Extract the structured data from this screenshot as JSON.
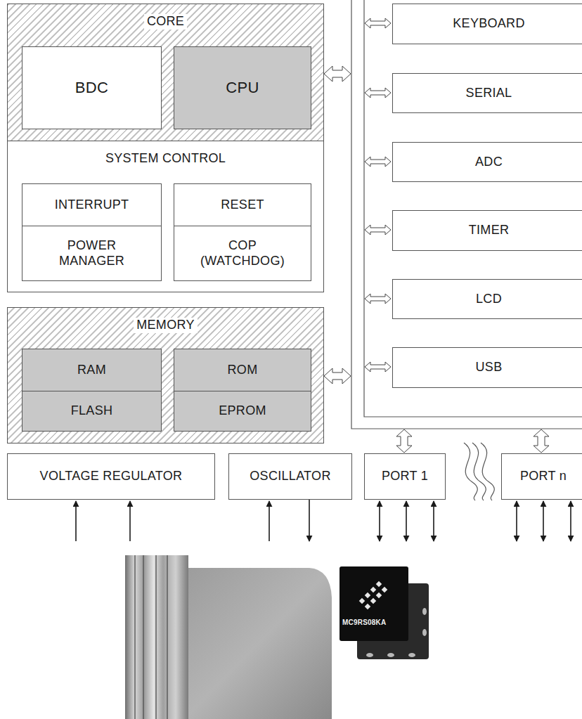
{
  "diagram": {
    "nodes": [
      {
        "text": [
          "CORE"
        ]
      },
      {
        "text": [
          "BDC"
        ],
        "in": 0
      },
      {
        "text": [
          "CPU"
        ],
        "in": 0
      },
      {
        "text": [
          "SYSTEM CONTROL"
        ]
      },
      {
        "text": [
          "INTERRUPT"
        ],
        "in": 3
      },
      {
        "text": [
          "POWER MANAGER"
        ],
        "in": 3
      },
      {
        "text": [
          "RESET"
        ],
        "in": 3
      },
      {
        "text": [
          "COP (WATCHDOG)"
        ],
        "in": 3
      },
      {
        "text": [
          "MEMORY"
        ]
      },
      {
        "text": [
          "RAM"
        ],
        "in": 8
      },
      {
        "text": [
          "ROM"
        ],
        "in": 8
      },
      {
        "text": [
          "FLASH"
        ],
        "in": 8
      },
      {
        "text": [
          "EPROM"
        ],
        "in": 8
      },
      {
        "text": [
          "KEYBOARD"
        ]
      },
      {
        "text": [
          "SERIAL"
        ]
      },
      {
        "text": [
          "ADC"
        ]
      },
      {
        "text": [
          "TIMER"
        ]
      },
      {
        "text": [
          "LCD"
        ]
      },
      {
        "text": [
          "USB"
        ]
      },
      {
        "text": [
          "VOLTAGE REGULATOR"
        ]
      },
      {
        "text": [
          "OSCILLATOR"
        ]
      },
      {
        "text": [
          "PORT 1"
        ]
      },
      {
        "text": [
          "PORT n"
        ]
      }
    ],
    "labels": [
      "MC9RS08KA"
    ]
  }
}
